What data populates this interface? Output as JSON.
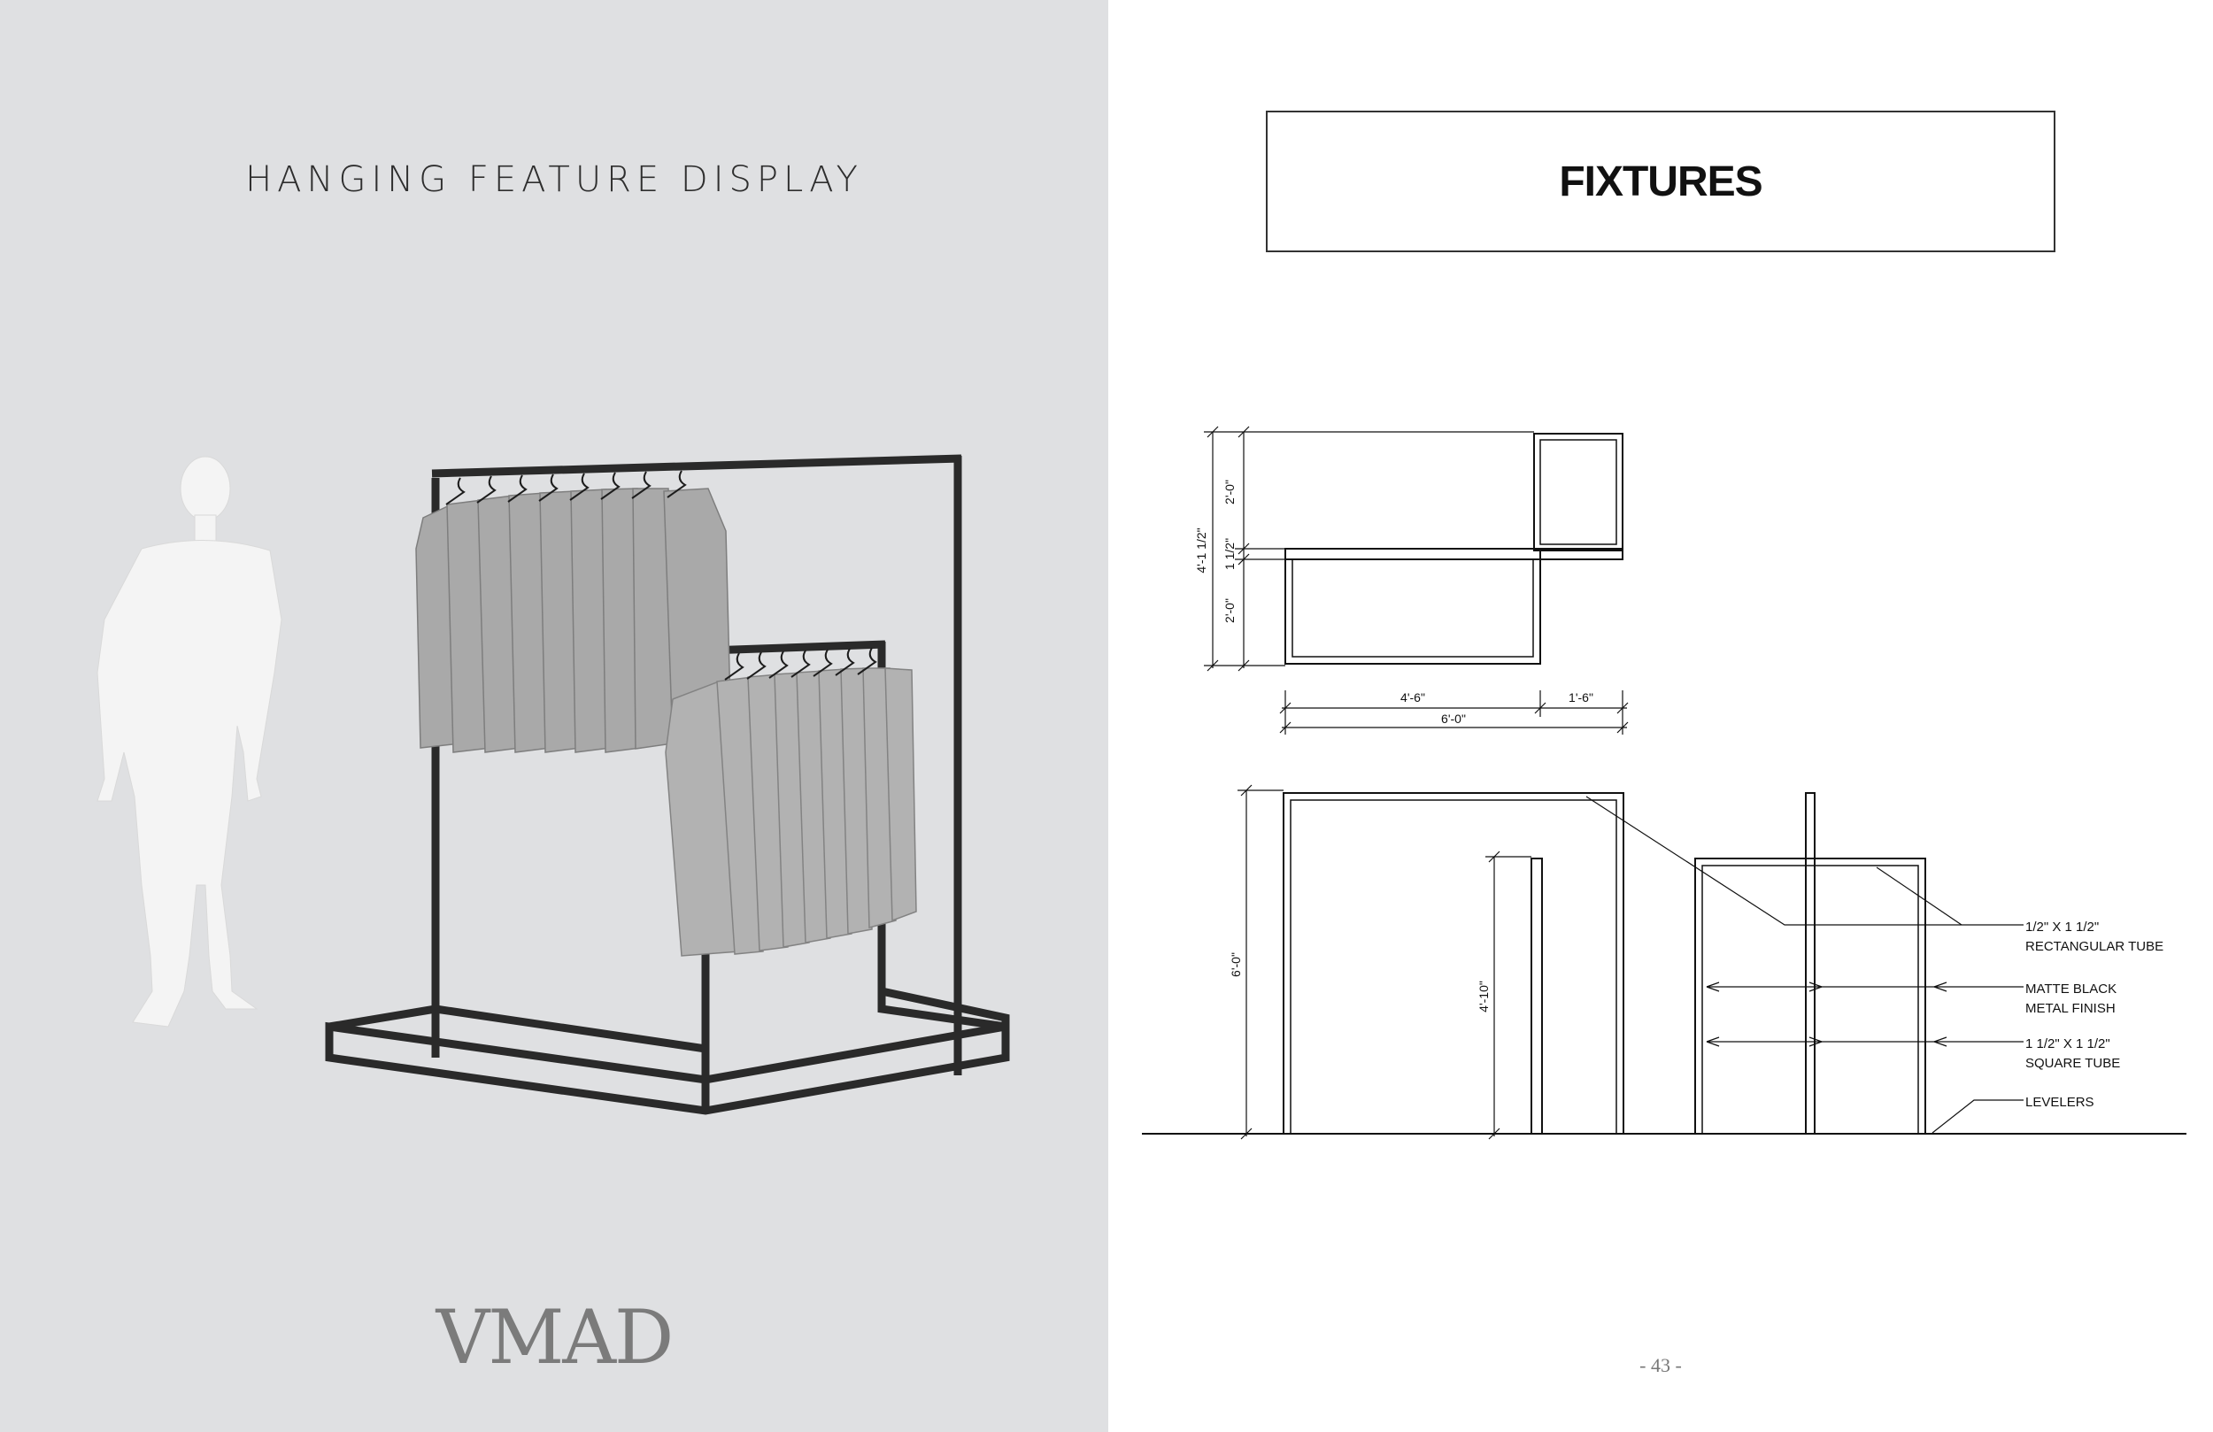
{
  "left_page": {
    "title": "HANGING FEATURE DISPLAY",
    "logo_text": "VMAD",
    "illustration": {
      "figure": "mannequin",
      "fixture": "double-bar hanging rack with shirts"
    }
  },
  "right_page": {
    "header_title": "FIXTURES",
    "plan_dimensions": {
      "depth_top": "2'-0\"",
      "tube": "1 1/2\"",
      "depth_bottom": "2'-0\"",
      "overall_depth": "4'-1 1/2\"",
      "width_long": "4'-6\"",
      "width_short": "1'-6\"",
      "overall_width": "6'-0\""
    },
    "elevation_dimensions": {
      "height_tall": "6'-0\"",
      "height_short": "4'-10\""
    },
    "notes": [
      {
        "line1": "1/2\" X 1 1/2\"",
        "line2": "RECTANGULAR TUBE"
      },
      {
        "line1": "MATTE BLACK",
        "line2": "METAL FINISH"
      },
      {
        "line1": "1 1/2\" X 1 1/2\"",
        "line2": "SQUARE TUBE"
      },
      {
        "line1": "LEVELERS",
        "line2": ""
      }
    ],
    "page_number": "- 43 -"
  },
  "colors": {
    "left_background": "#dfe0e2",
    "fixture_metal": "#2a2a2a",
    "shirt": "#a9a9a9",
    "logo": "#7b7b7b"
  }
}
